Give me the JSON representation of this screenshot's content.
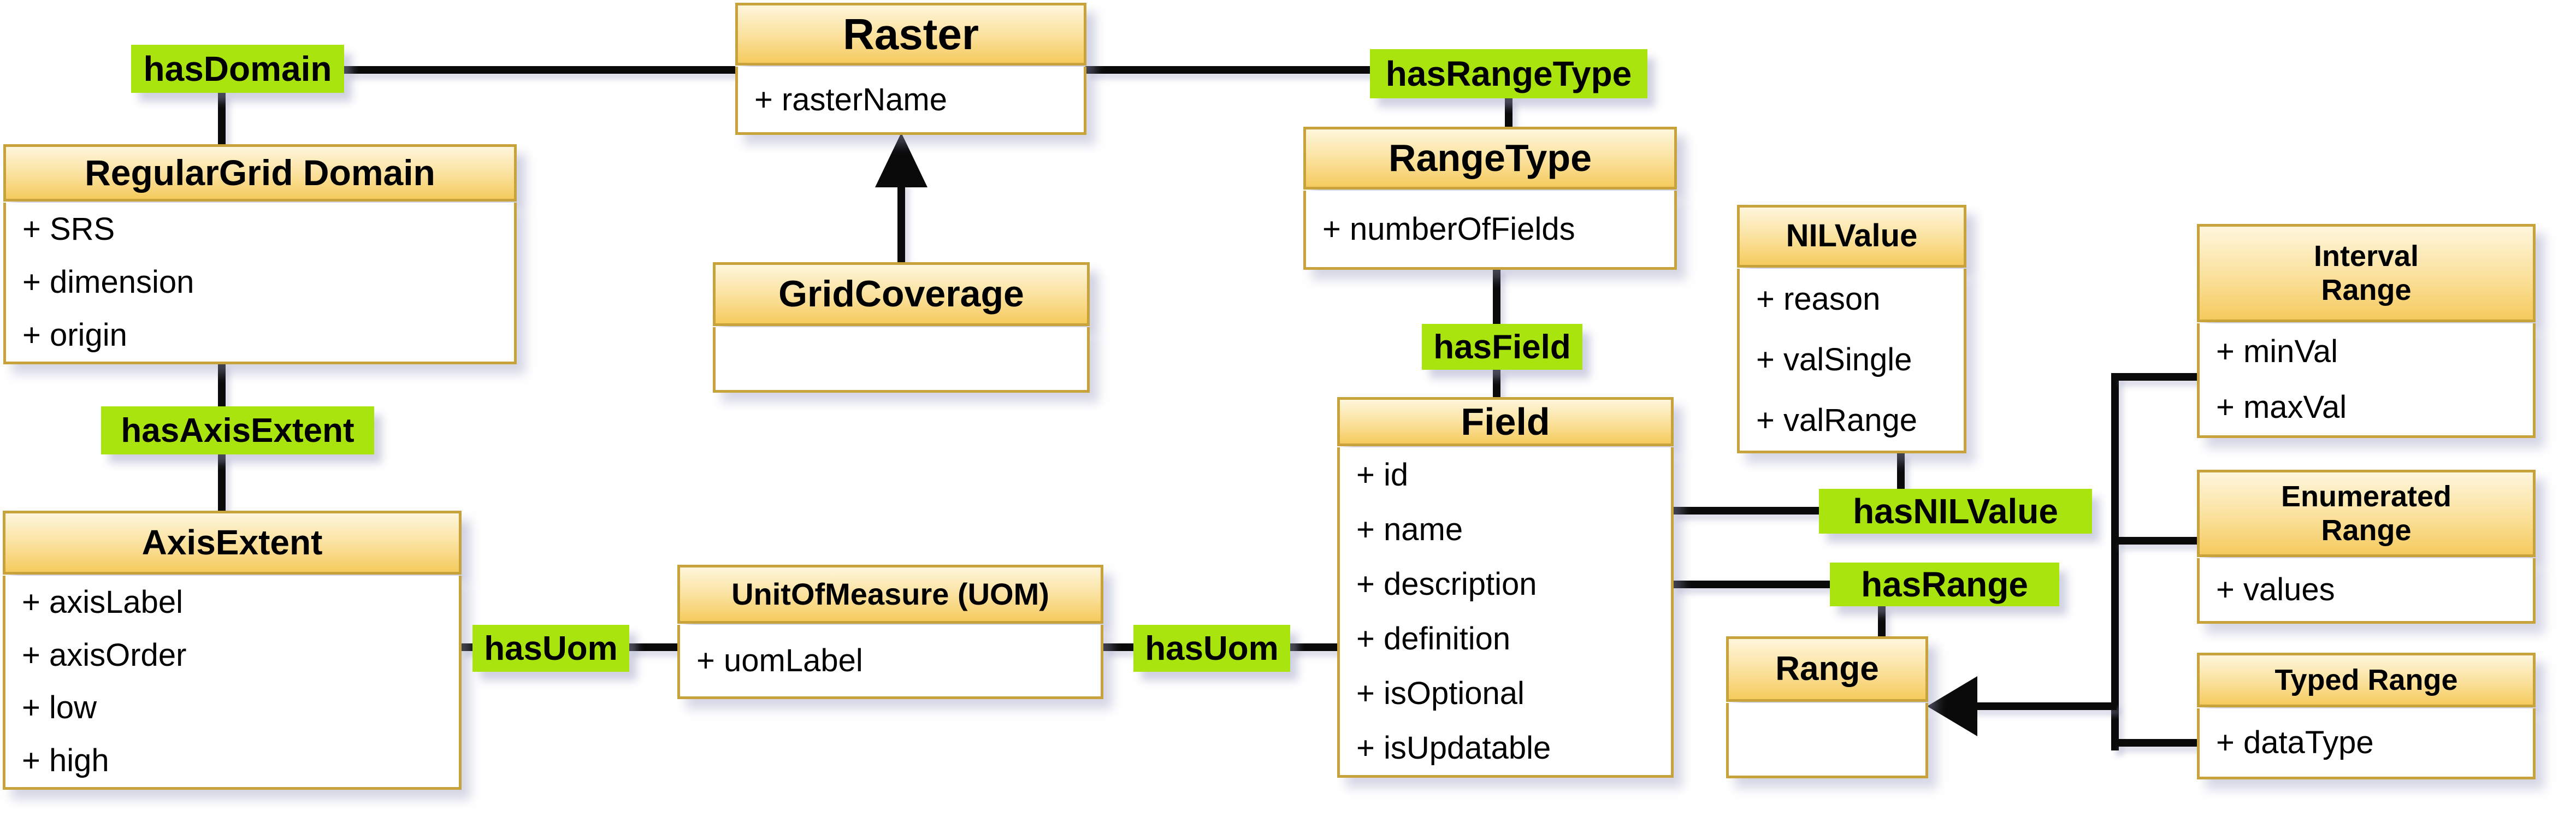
{
  "diagram": {
    "colors": {
      "box_border": "#C8A23B",
      "header_gradient_top": "#FEF6DC",
      "header_gradient_bottom": "#F5CB5E",
      "relation_label_green": "#A9E40F",
      "connector_black": "#0a0a0a",
      "shadow": "rgba(150,155,190,0.45)"
    },
    "classes": {
      "raster": {
        "title": "Raster",
        "attributes": [
          "+ rasterName"
        ]
      },
      "regular_grid_domain": {
        "title": "RegularGrid Domain",
        "attributes": [
          "+ SRS",
          "+ dimension",
          "+ origin"
        ]
      },
      "grid_coverage": {
        "title": "GridCoverage",
        "attributes": []
      },
      "axis_extent": {
        "title": "AxisExtent",
        "attributes": [
          "+ axisLabel",
          "+ axisOrder",
          "+ low",
          "+ high"
        ]
      },
      "unit_of_measure": {
        "title": "UnitOfMeasure (UOM)",
        "attributes": [
          "+ uomLabel"
        ]
      },
      "range_type": {
        "title": "RangeType",
        "attributes": [
          "+ numberOfFields"
        ]
      },
      "field": {
        "title": "Field",
        "attributes": [
          "+ id",
          "+ name",
          "+ description",
          "+ definition",
          "+ isOptional",
          "+ isUpdatable"
        ]
      },
      "nil_value": {
        "title": "NILValue",
        "attributes": [
          "+ reason",
          "+ valSingle",
          "+ valRange"
        ]
      },
      "range": {
        "title": "Range",
        "attributes": []
      },
      "interval_range": {
        "title_lines": [
          "Interval",
          "Range"
        ],
        "attributes": [
          "+ minVal",
          "+ maxVal"
        ]
      },
      "enumerated_range": {
        "title_lines": [
          "Enumerated",
          "Range"
        ],
        "attributes": [
          "+ values"
        ]
      },
      "typed_range": {
        "title": "Typed Range",
        "attributes": [
          "+ dataType"
        ]
      }
    },
    "relations": {
      "has_domain": "hasDomain",
      "has_axis_extent": "hasAxisExtent",
      "has_uom_left": "hasUom",
      "has_uom_right": "hasUom",
      "has_range_type": "hasRangeType",
      "has_field": "hasField",
      "has_nil_value": "hasNILValue",
      "has_range": "hasRange"
    }
  }
}
